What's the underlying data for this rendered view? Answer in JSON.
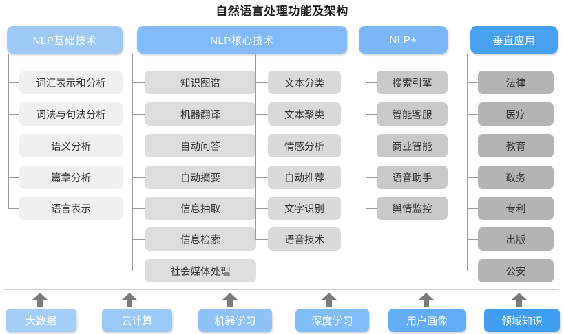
{
  "diagram": {
    "title": "自然语言处理功能及架构",
    "watermark": "",
    "columns": [
      {
        "id": "nlp-basic",
        "header": "NLP基础技术",
        "header_color": "#9fc9f5",
        "tone": "t1",
        "items": [
          "词汇表示和分析",
          "词法与句法分析",
          "语义分析",
          "篇章分析",
          "语言表示"
        ]
      },
      {
        "id": "nlp-core-a",
        "header": "NLP核心技术",
        "header_color": "#82bbf7",
        "tone": "t2",
        "items": [
          "知识图谱",
          "机器翻译",
          "自动问答",
          "自动摘要",
          "信息抽取",
          "信息检索",
          "社会媒体处理"
        ]
      },
      {
        "id": "nlp-core-b",
        "header": "",
        "header_color": "",
        "tone": "t3",
        "items": [
          "文本分类",
          "文本聚类",
          "情感分析",
          "自动推荐",
          "文字识别",
          "语音技术"
        ]
      },
      {
        "id": "nlp-plus",
        "header": "NLP+",
        "header_color": "#7ab6f8",
        "tone": "t4",
        "items": [
          "搜索引擎",
          "智能客服",
          "商业智能",
          "语音助手",
          "舆情监控"
        ]
      },
      {
        "id": "vertical-apps",
        "header": "垂直应用",
        "header_color": "#47a1f0",
        "tone": "t5",
        "items": [
          "法律",
          "医疗",
          "教育",
          "政务",
          "专利",
          "出版",
          "公安"
        ]
      }
    ],
    "foundation": [
      {
        "label": "大数据",
        "color": "#a3cef8"
      },
      {
        "label": "云计算",
        "color": "#9bcaf8"
      },
      {
        "label": "机器学习",
        "color": "#8fc3f8"
      },
      {
        "label": "深度学习",
        "color": "#7fbcf8"
      },
      {
        "label": "用户画像",
        "color": "#63adf6"
      },
      {
        "label": "领域知识",
        "color": "#3f9df2"
      }
    ]
  }
}
